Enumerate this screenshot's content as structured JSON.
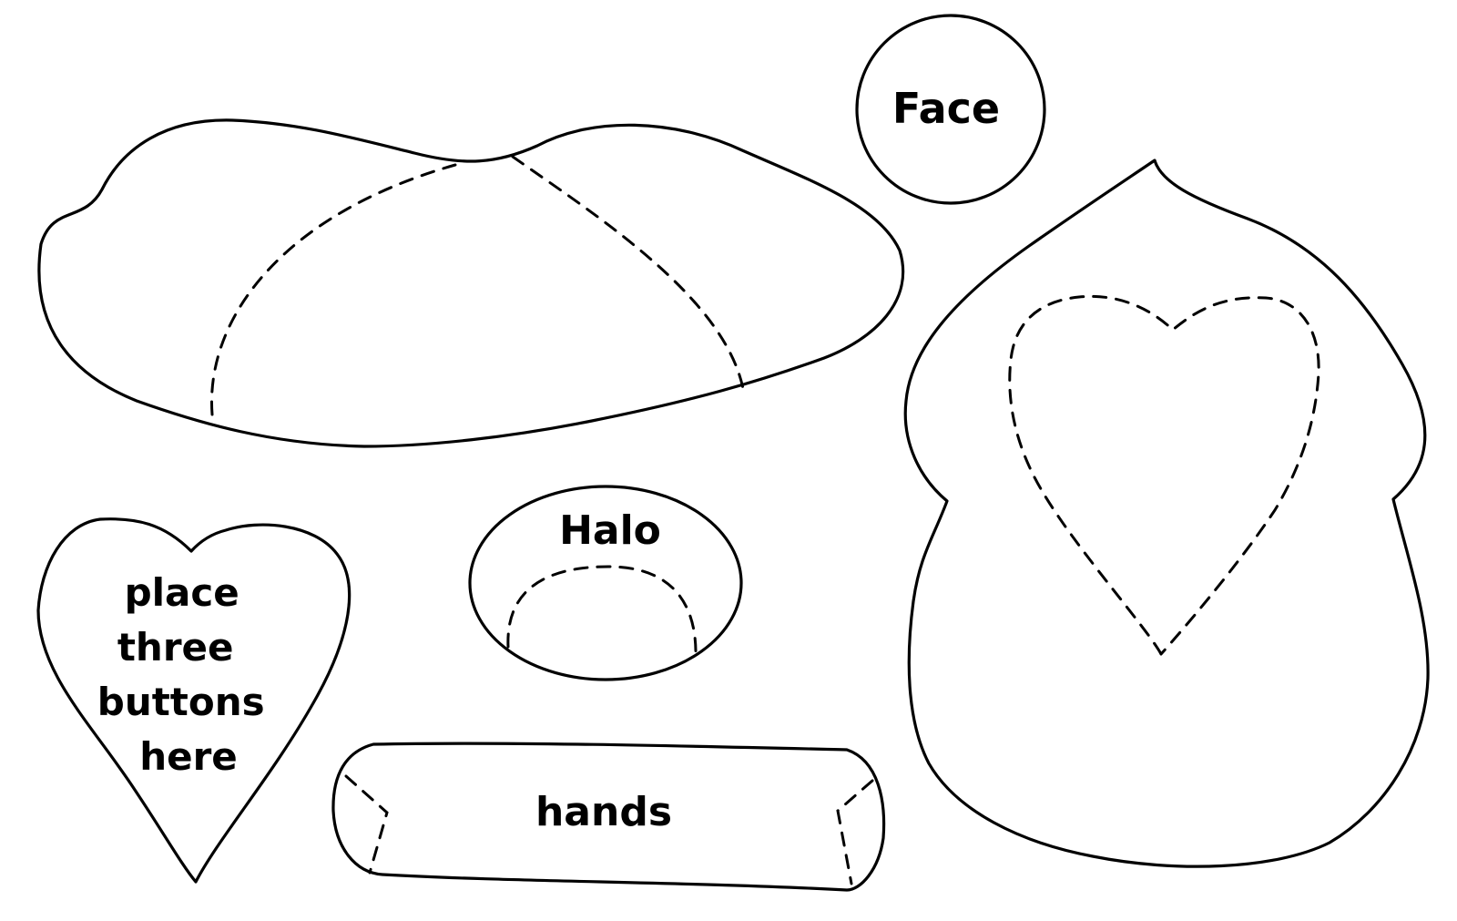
{
  "pieces": {
    "face": {
      "label": "Face"
    },
    "halo": {
      "label": "Halo"
    },
    "hands": {
      "label": "hands"
    },
    "heart": {
      "lines": [
        "place",
        "three",
        "buttons",
        "here"
      ]
    }
  },
  "colors": {
    "line": "#000000",
    "paper": "#ffffff"
  }
}
